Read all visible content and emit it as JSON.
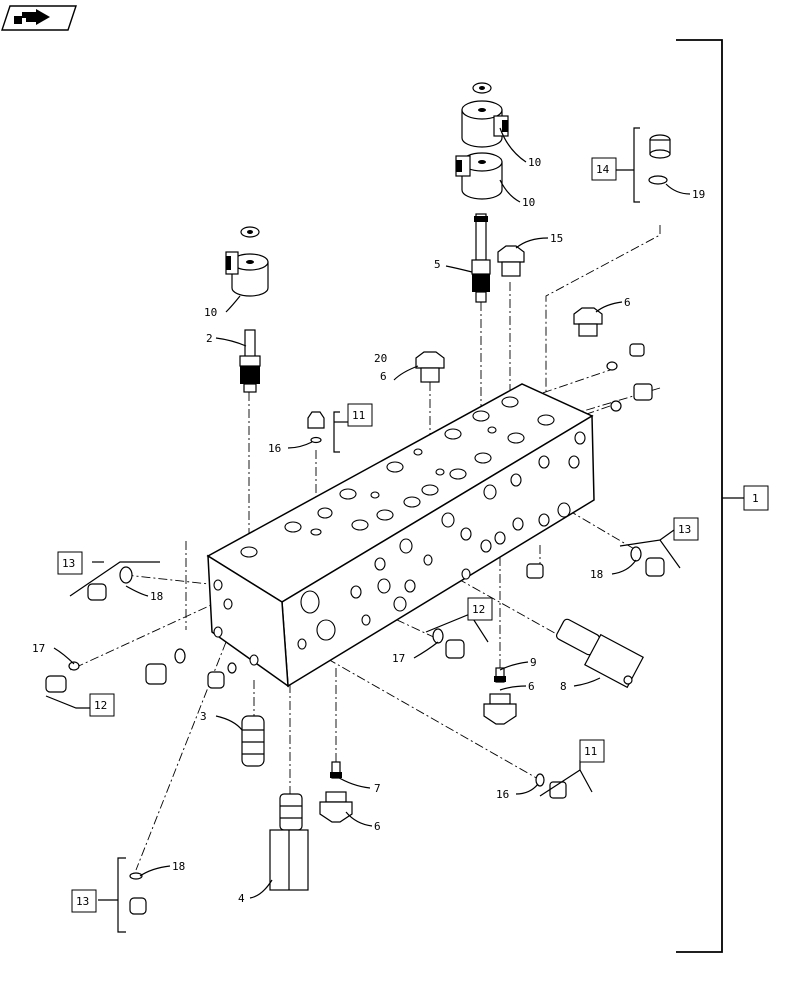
{
  "nav_icon": "next-page-arrow-icon",
  "bracket_label": "1",
  "boxed_labels": [
    {
      "id": "k14",
      "text": "14"
    },
    {
      "id": "k11a",
      "text": "11"
    },
    {
      "id": "k13a",
      "text": "13"
    },
    {
      "id": "k13b",
      "text": "13"
    },
    {
      "id": "k12a",
      "text": "12"
    },
    {
      "id": "k12b",
      "text": "12"
    },
    {
      "id": "k11b",
      "text": "11"
    },
    {
      "id": "k13c",
      "text": "13"
    }
  ],
  "callouts": [
    {
      "id": "c10a",
      "text": "10"
    },
    {
      "id": "c10b",
      "text": "10"
    },
    {
      "id": "c10c",
      "text": "10"
    },
    {
      "id": "c19",
      "text": "19"
    },
    {
      "id": "c15",
      "text": "15"
    },
    {
      "id": "c5",
      "text": "5"
    },
    {
      "id": "c2",
      "text": "2"
    },
    {
      "id": "c6a",
      "text": "6"
    },
    {
      "id": "c20",
      "text": "20"
    },
    {
      "id": "c6b",
      "text": "6"
    },
    {
      "id": "c16a",
      "text": "16"
    },
    {
      "id": "c18a",
      "text": "18"
    },
    {
      "id": "c18b",
      "text": "18"
    },
    {
      "id": "c17a",
      "text": "17"
    },
    {
      "id": "c17b",
      "text": "17"
    },
    {
      "id": "c9",
      "text": "9"
    },
    {
      "id": "c8",
      "text": "8"
    },
    {
      "id": "c6c",
      "text": "6"
    },
    {
      "id": "c3",
      "text": "3"
    },
    {
      "id": "c7",
      "text": "7"
    },
    {
      "id": "c16b",
      "text": "16"
    },
    {
      "id": "c6d",
      "text": "6"
    },
    {
      "id": "c18c",
      "text": "18"
    },
    {
      "id": "c4",
      "text": "4"
    }
  ]
}
